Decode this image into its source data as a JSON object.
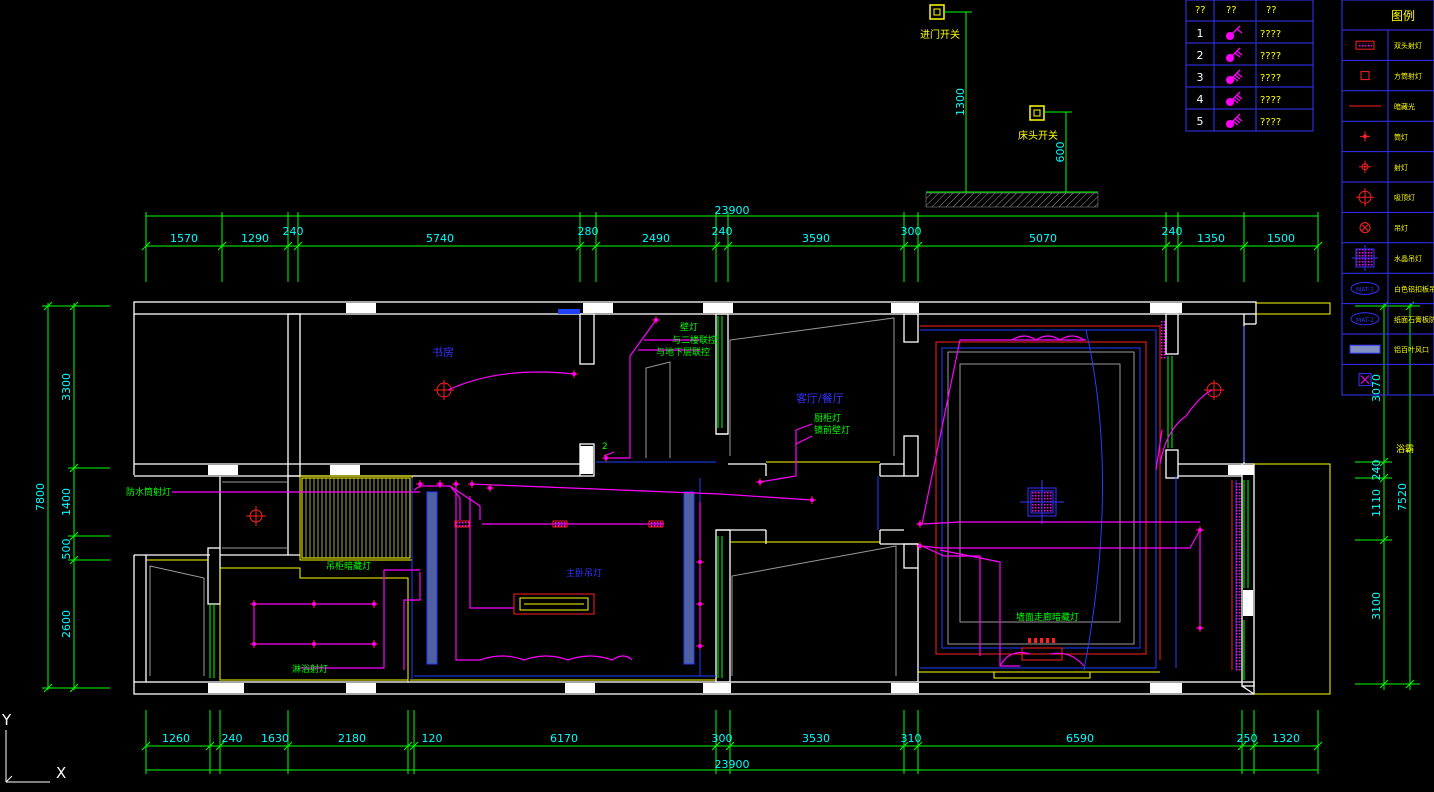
{
  "colors": {
    "background": "#000000",
    "wall": "#ffffff",
    "dimension": "#00ff00",
    "dim_text": "#00ffff",
    "wiring": "#ff00ff",
    "room_label": "#3333ff",
    "note": "#00ff00",
    "ceiling_red": "#ff2020",
    "ceiling_blue": "#2040ff",
    "yellow": "#ffff00",
    "gray": "#9a9a9a"
  },
  "top_dims": {
    "total": "23900",
    "segments": [
      "1570",
      "1290",
      "240",
      "5740",
      "280",
      "2490",
      "240",
      "3590",
      "300",
      "5070",
      "240",
      "1350",
      "1500"
    ]
  },
  "bottom_dims": {
    "total": "23900",
    "segments": [
      "1260",
      "240",
      "1630",
      "2180",
      "120",
      "6170",
      "300",
      "3530",
      "310",
      "6590",
      "250",
      "1320"
    ]
  },
  "left_dims": {
    "total": "7800",
    "segments": [
      "3300",
      "1400",
      "500",
      "2600"
    ]
  },
  "right_dims": {
    "total": "7520",
    "segments": [
      "3070",
      "240",
      "1110",
      "3100"
    ]
  },
  "switch_detail": {
    "door_switch_label": "进门开关",
    "bed_switch_label": "床头开关",
    "height_1": "1300",
    "height_2": "600"
  },
  "switch_table": {
    "headers": [
      "??",
      "??",
      "??"
    ],
    "rows": [
      {
        "num": "1",
        "desc": "????"
      },
      {
        "num": "2",
        "desc": "????"
      },
      {
        "num": "3",
        "desc": "????"
      },
      {
        "num": "4",
        "desc": "????"
      },
      {
        "num": "5",
        "desc": "????"
      }
    ]
  },
  "legend": {
    "title": "图例",
    "items": [
      {
        "label": "双头射灯",
        "icon": "double-spotlight-icon"
      },
      {
        "label": "方筒射灯",
        "icon": "square-spotlight-icon"
      },
      {
        "label": "暗藏光",
        "icon": "hidden-light-line-icon"
      },
      {
        "label": "筒灯",
        "icon": "downlight-icon"
      },
      {
        "label": "射灯",
        "icon": "spotlight-icon"
      },
      {
        "label": "吸顶灯",
        "icon": "ceiling-light-icon"
      },
      {
        "label": "吊灯",
        "icon": "pendant-light-icon"
      },
      {
        "label": "水晶吊灯",
        "icon": "crystal-chandelier-icon"
      },
      {
        "label": "白色铝扣板吊顶",
        "icon": "mat1-tag-icon",
        "tag": "MAT-1"
      },
      {
        "label": "纸面石膏板防水乳胶漆",
        "icon": "mat2-tag-icon",
        "tag": "MAT-2"
      },
      {
        "label": "铝百叶风口",
        "icon": "air-vent-icon"
      },
      {
        "label": "",
        "icon": "fan-icon"
      }
    ]
  },
  "rooms": {
    "study": "书房",
    "living_dining": "客厅/餐厅"
  },
  "annotations": {
    "wall_light": "壁灯",
    "connect_2f": "与二楼联控",
    "connect_downstairs": "与地下层联控",
    "range_hood_light": "厨柜灯",
    "mirror_light": "镜前壁灯",
    "waterproof_downlight": "防水筒射灯",
    "shower_light": "淋浴射灯",
    "main_light": "主卧吊灯",
    "recessed_light": "吊柜暗藏灯",
    "wall_spot": "墙面走廊暗藏灯",
    "heater": "浴霸",
    "number_2": "2"
  },
  "ucs": {
    "x": "X",
    "y": "Y"
  }
}
